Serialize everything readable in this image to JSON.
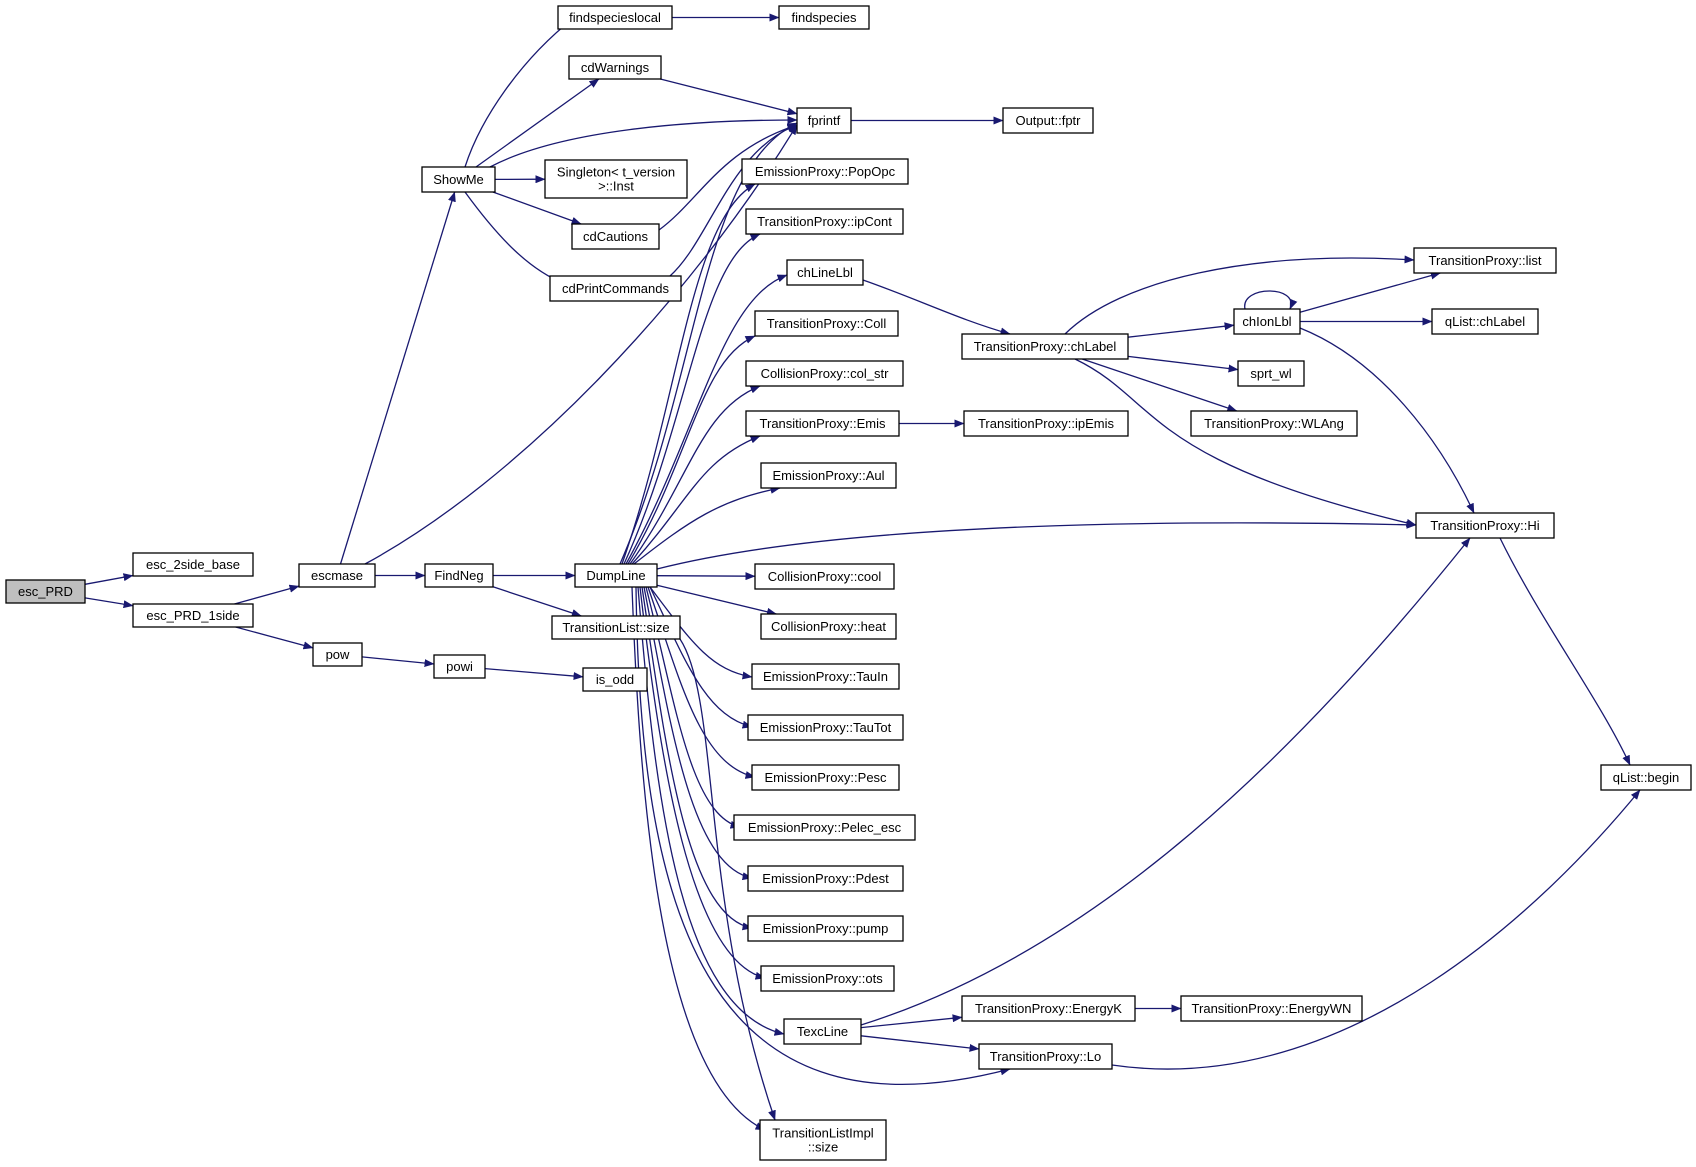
{
  "diagram": {
    "edge_color": "#191970",
    "root_fill": "#bfbfbf",
    "nodes": [
      {
        "id": "esc_PRD",
        "lines": [
          "esc_PRD"
        ],
        "root": true
      },
      {
        "id": "esc_2side_base",
        "lines": [
          "esc_2side_base"
        ]
      },
      {
        "id": "esc_PRD_1side",
        "lines": [
          "esc_PRD_1side"
        ]
      },
      {
        "id": "escmase",
        "lines": [
          "escmase"
        ]
      },
      {
        "id": "pow",
        "lines": [
          "pow"
        ]
      },
      {
        "id": "powi",
        "lines": [
          "powi"
        ]
      },
      {
        "id": "is_odd",
        "lines": [
          "is_odd"
        ]
      },
      {
        "id": "FindNeg",
        "lines": [
          "FindNeg"
        ]
      },
      {
        "id": "ShowMe",
        "lines": [
          "ShowMe"
        ]
      },
      {
        "id": "findspecieslocal",
        "lines": [
          "findspecieslocal"
        ]
      },
      {
        "id": "findspecies",
        "lines": [
          "findspecies"
        ]
      },
      {
        "id": "cdWarnings",
        "lines": [
          "cdWarnings"
        ]
      },
      {
        "id": "fprintf",
        "lines": [
          "fprintf"
        ]
      },
      {
        "id": "Output_fptr",
        "lines": [
          "Output::fptr"
        ]
      },
      {
        "id": "Singleton_Inst",
        "lines": [
          "Singleton< t_version",
          ">::Inst"
        ]
      },
      {
        "id": "cdCautions",
        "lines": [
          "cdCautions"
        ]
      },
      {
        "id": "cdPrintCommands",
        "lines": [
          "cdPrintCommands"
        ]
      },
      {
        "id": "DumpLine",
        "lines": [
          "DumpLine"
        ]
      },
      {
        "id": "TransitionList_size",
        "lines": [
          "TransitionList::size"
        ]
      },
      {
        "id": "PopOpc",
        "lines": [
          "EmissionProxy::PopOpc"
        ]
      },
      {
        "id": "ipCont",
        "lines": [
          "TransitionProxy::ipCont"
        ]
      },
      {
        "id": "chLineLbl",
        "lines": [
          "chLineLbl"
        ]
      },
      {
        "id": "Coll",
        "lines": [
          "TransitionProxy::Coll"
        ]
      },
      {
        "id": "col_str",
        "lines": [
          "CollisionProxy::col_str"
        ]
      },
      {
        "id": "Emis",
        "lines": [
          "TransitionProxy::Emis"
        ]
      },
      {
        "id": "Aul",
        "lines": [
          "EmissionProxy::Aul"
        ]
      },
      {
        "id": "cool",
        "lines": [
          "CollisionProxy::cool"
        ]
      },
      {
        "id": "heat",
        "lines": [
          "CollisionProxy::heat"
        ]
      },
      {
        "id": "TauIn",
        "lines": [
          "EmissionProxy::TauIn"
        ]
      },
      {
        "id": "TauTot",
        "lines": [
          "EmissionProxy::TauTot"
        ]
      },
      {
        "id": "Pesc",
        "lines": [
          "EmissionProxy::Pesc"
        ]
      },
      {
        "id": "Pelec_esc",
        "lines": [
          "EmissionProxy::Pelec_esc"
        ]
      },
      {
        "id": "Pdest",
        "lines": [
          "EmissionProxy::Pdest"
        ]
      },
      {
        "id": "pump",
        "lines": [
          "EmissionProxy::pump"
        ]
      },
      {
        "id": "ots",
        "lines": [
          "EmissionProxy::ots"
        ]
      },
      {
        "id": "TexcLine",
        "lines": [
          "TexcLine"
        ]
      },
      {
        "id": "TLImpl_size",
        "lines": [
          "TransitionListImpl",
          "::size"
        ]
      },
      {
        "id": "chLabel",
        "lines": [
          "TransitionProxy::chLabel"
        ]
      },
      {
        "id": "ipEmis",
        "lines": [
          "TransitionProxy::ipEmis"
        ]
      },
      {
        "id": "EnergyK",
        "lines": [
          "TransitionProxy::EnergyK"
        ]
      },
      {
        "id": "EnergyWN",
        "lines": [
          "TransitionProxy::EnergyWN"
        ]
      },
      {
        "id": "Lo",
        "lines": [
          "TransitionProxy::Lo"
        ]
      },
      {
        "id": "list",
        "lines": [
          "TransitionProxy::list"
        ]
      },
      {
        "id": "chIonLbl",
        "lines": [
          "chIonLbl"
        ]
      },
      {
        "id": "sprt_wl",
        "lines": [
          "sprt_wl"
        ]
      },
      {
        "id": "WLAng",
        "lines": [
          "TransitionProxy::WLAng"
        ]
      },
      {
        "id": "Hi",
        "lines": [
          "TransitionProxy::Hi"
        ]
      },
      {
        "id": "qList_chLabel",
        "lines": [
          "qList::chLabel"
        ]
      },
      {
        "id": "qList_begin",
        "lines": [
          "qList::begin"
        ]
      }
    ],
    "edges": [
      [
        "esc_PRD",
        "esc_2side_base"
      ],
      [
        "esc_PRD",
        "esc_PRD_1side"
      ],
      [
        "esc_PRD_1side",
        "escmase"
      ],
      [
        "esc_PRD_1side",
        "pow"
      ],
      [
        "escmase",
        "ShowMe"
      ],
      [
        "escmase",
        "FindNeg"
      ],
      [
        "escmase",
        "fprintf"
      ],
      [
        "pow",
        "powi"
      ],
      [
        "powi",
        "is_odd"
      ],
      [
        "FindNeg",
        "DumpLine"
      ],
      [
        "FindNeg",
        "TransitionList_size"
      ],
      [
        "ShowMe",
        "findspecieslocal"
      ],
      [
        "ShowMe",
        "cdWarnings"
      ],
      [
        "ShowMe",
        "fprintf"
      ],
      [
        "ShowMe",
        "Singleton_Inst"
      ],
      [
        "ShowMe",
        "cdCautions"
      ],
      [
        "ShowMe",
        "cdPrintCommands"
      ],
      [
        "findspecieslocal",
        "findspecies"
      ],
      [
        "cdWarnings",
        "fprintf"
      ],
      [
        "cdCautions",
        "fprintf"
      ],
      [
        "cdPrintCommands",
        "fprintf"
      ],
      [
        "fprintf",
        "Output_fptr"
      ],
      [
        "DumpLine",
        "fprintf"
      ],
      [
        "DumpLine",
        "PopOpc"
      ],
      [
        "DumpLine",
        "ipCont"
      ],
      [
        "DumpLine",
        "chLineLbl"
      ],
      [
        "DumpLine",
        "Coll"
      ],
      [
        "DumpLine",
        "col_str"
      ],
      [
        "DumpLine",
        "Emis"
      ],
      [
        "DumpLine",
        "Aul"
      ],
      [
        "DumpLine",
        "Hi"
      ],
      [
        "DumpLine",
        "cool"
      ],
      [
        "DumpLine",
        "heat"
      ],
      [
        "DumpLine",
        "TauIn"
      ],
      [
        "DumpLine",
        "TauTot"
      ],
      [
        "DumpLine",
        "Pesc"
      ],
      [
        "DumpLine",
        "Pelec_esc"
      ],
      [
        "DumpLine",
        "Pdest"
      ],
      [
        "DumpLine",
        "pump"
      ],
      [
        "DumpLine",
        "ots"
      ],
      [
        "DumpLine",
        "TexcLine"
      ],
      [
        "DumpLine",
        "Lo"
      ],
      [
        "DumpLine",
        "TLImpl_size"
      ],
      [
        "TransitionList_size",
        "TLImpl_size"
      ],
      [
        "chLineLbl",
        "chLabel"
      ],
      [
        "Emis",
        "ipEmis"
      ],
      [
        "chLabel",
        "list"
      ],
      [
        "chLabel",
        "chIonLbl"
      ],
      [
        "chLabel",
        "sprt_wl"
      ],
      [
        "chLabel",
        "WLAng"
      ],
      [
        "chLabel",
        "Hi"
      ],
      [
        "chIonLbl",
        "chIonLbl"
      ],
      [
        "chIonLbl",
        "list"
      ],
      [
        "chIonLbl",
        "qList_chLabel"
      ],
      [
        "chIonLbl",
        "Hi"
      ],
      [
        "Hi",
        "qList_begin"
      ],
      [
        "TexcLine",
        "Hi"
      ],
      [
        "TexcLine",
        "EnergyK"
      ],
      [
        "TexcLine",
        "Lo"
      ],
      [
        "EnergyK",
        "EnergyWN"
      ],
      [
        "Lo",
        "qList_begin"
      ]
    ]
  }
}
